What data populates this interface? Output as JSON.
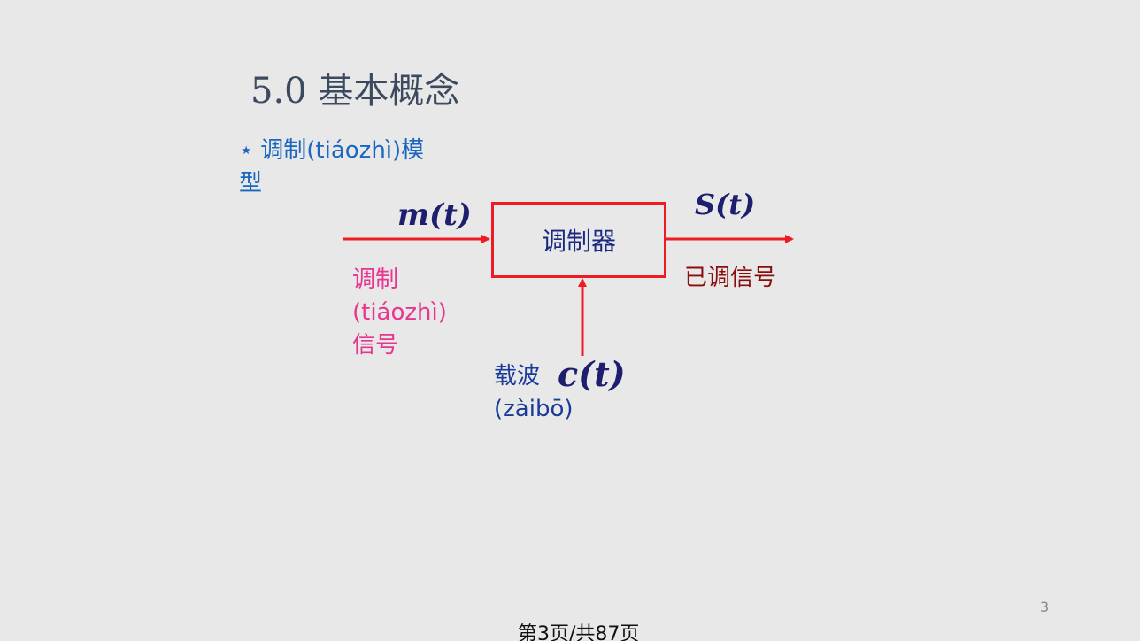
{
  "slide": {
    "title": "5.0  基本概念",
    "bullet_star": "⋆",
    "bullet_text": "调制(tiáozhì)模型",
    "page_number": "3",
    "footer": "第3页/共87页"
  },
  "diagram": {
    "input_signal": "m(t)",
    "output_signal": "S(t)",
    "carrier_signal": "c(t)",
    "block_label": "调制器",
    "input_label": "调制(tiáozhì)信号",
    "output_label": "已调信号",
    "carrier_label": "载波(zàibō)",
    "arrow_color": "#ef1b24"
  }
}
